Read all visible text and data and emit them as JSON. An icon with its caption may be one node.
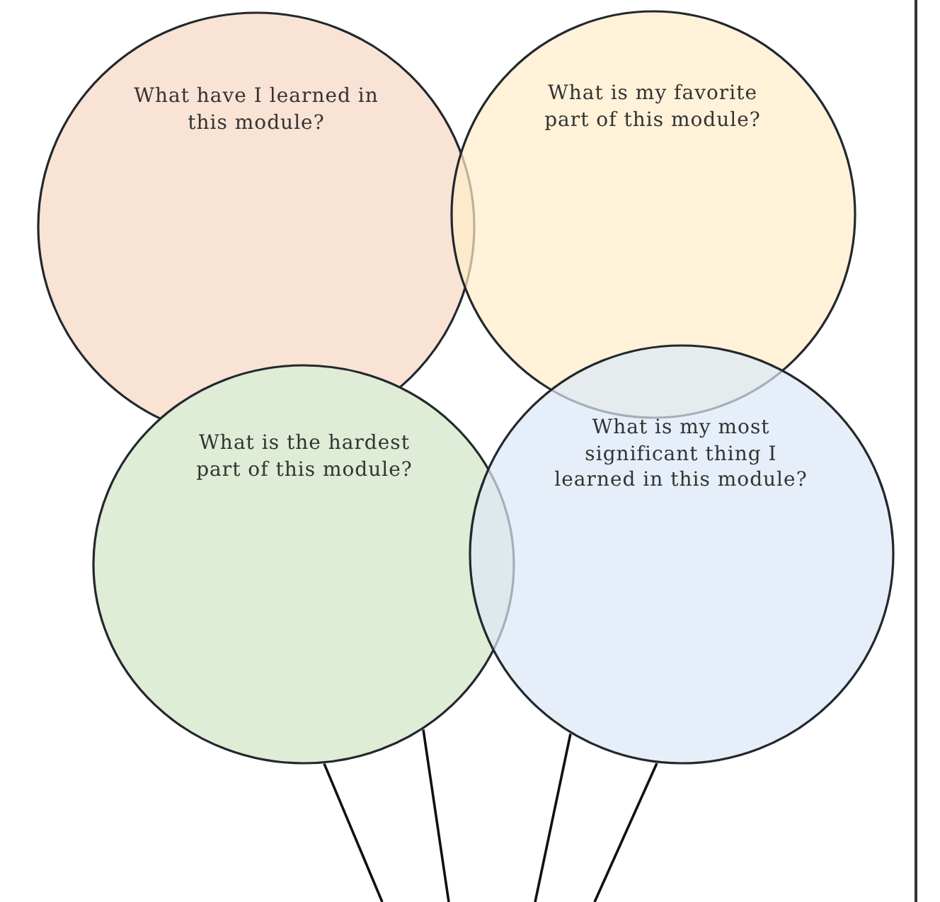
{
  "diagram": {
    "nodes": [
      {
        "text": [
          "What have I learned in this module?"
        ]
      },
      {
        "text": [
          "What is my favorite part of this module?"
        ]
      },
      {
        "text": [
          "What is the hardest part of this module?"
        ]
      },
      {
        "text": [
          "What is my most significant thing I learned in this module?"
        ]
      }
    ],
    "edges": [
      {
        "from": 2,
        "to": null,
        "arrow": "none"
      },
      {
        "from": 2,
        "to": null,
        "arrow": "none"
      },
      {
        "from": 3,
        "to": null,
        "arrow": "none"
      },
      {
        "from": 3,
        "to": null,
        "arrow": "none"
      }
    ]
  }
}
